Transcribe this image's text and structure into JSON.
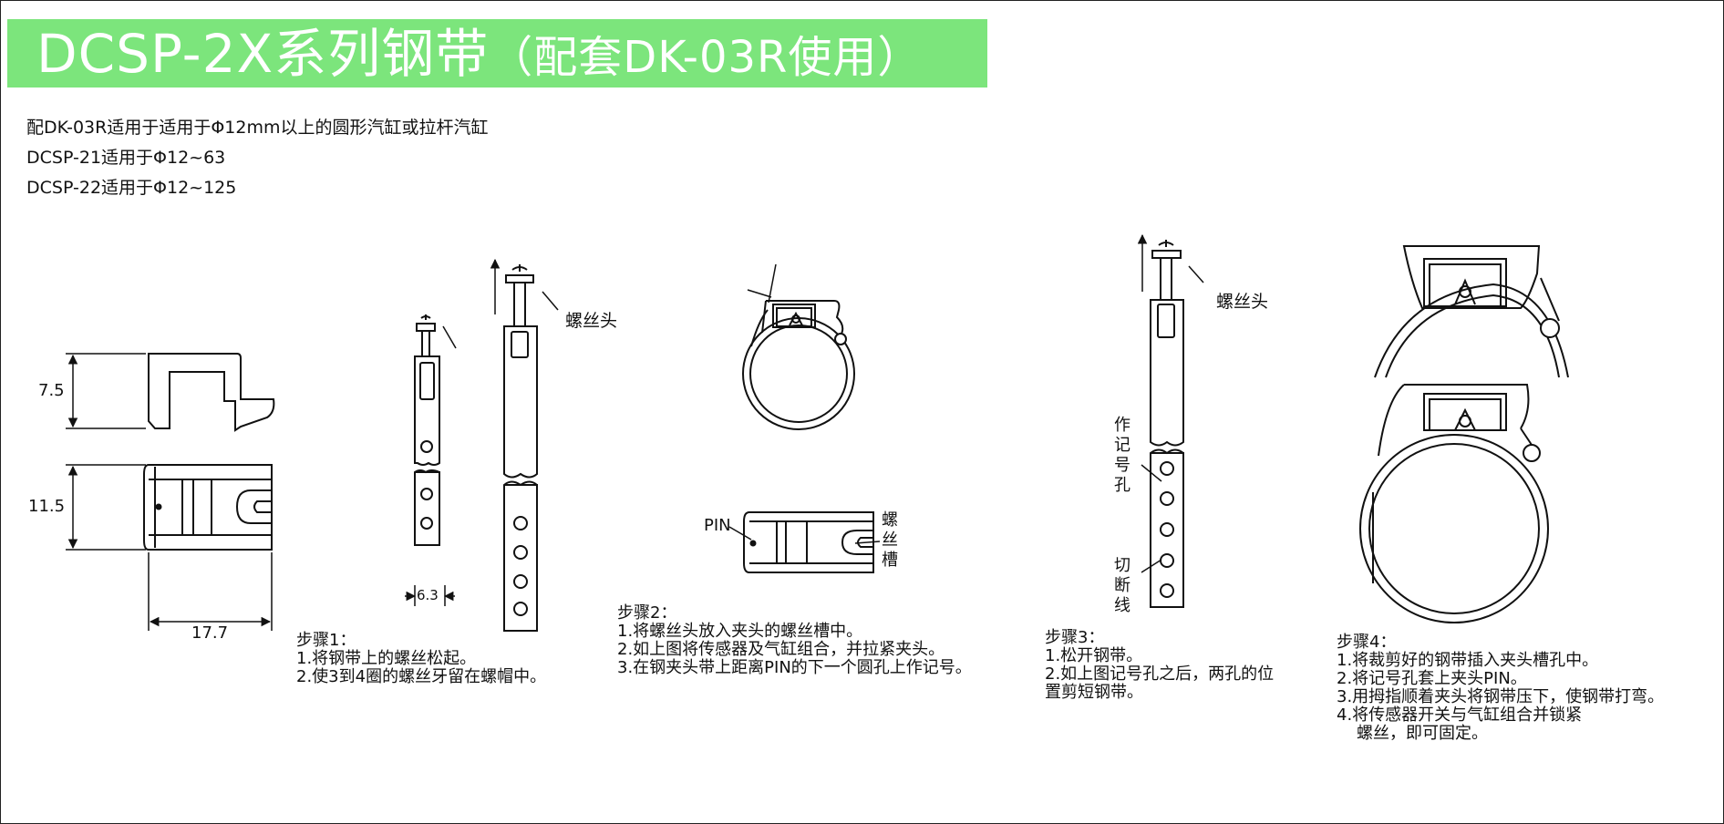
{
  "header": {
    "title_main": "DCSP-2X系列钢带",
    "title_sub": "（配套DK-03R使用）",
    "banner_color": "#7ce57c"
  },
  "intro": {
    "line1": "配DK-03R适用于适用于Φ12mm以上的圆形汽缸或拉杆汽缸",
    "line2": "DCSP-21适用于Φ12~63",
    "line3": "DCSP-22适用于Φ12~125"
  },
  "dimensions": {
    "height_top": "7.5",
    "height_bottom": "11.5",
    "width": "17.7",
    "pitch": "6.3"
  },
  "labels": {
    "screw_head": "螺丝头",
    "screw_head_2": "螺丝头",
    "pin": "PIN",
    "screw_slot": "螺丝槽",
    "mark_hole": "作记号孔",
    "cut_line": "切断线"
  },
  "steps": {
    "step1": {
      "title": "步骤1：",
      "items": [
        "1.将钢带上的螺丝松起。",
        "2.使3到4圈的螺丝牙留在螺帽中。"
      ]
    },
    "step2": {
      "title": "步骤2：",
      "items": [
        "1.将螺丝头放入夹头的螺丝槽中。",
        "2.如上图将传感器及气缸组合，并拉紧夹头。",
        "3.在钢夹头带上距离PIN的下一个圆孔上作记号。"
      ]
    },
    "step3": {
      "title": "步骤3：",
      "items": [
        "1.松开钢带。",
        "2.如上图记号孔之后，两孔的位",
        "置剪短钢带。"
      ]
    },
    "step4": {
      "title": "步骤4：",
      "items": [
        "1.将裁剪好的钢带插入夹头槽孔中。",
        "2.将记号孔套上夹头PIN。",
        "3.用拇指顺着夹头将钢带压下，使钢带打弯。",
        "4.将传感器开关与气缸组合并锁紧",
        "螺丝，即可固定。"
      ]
    }
  }
}
